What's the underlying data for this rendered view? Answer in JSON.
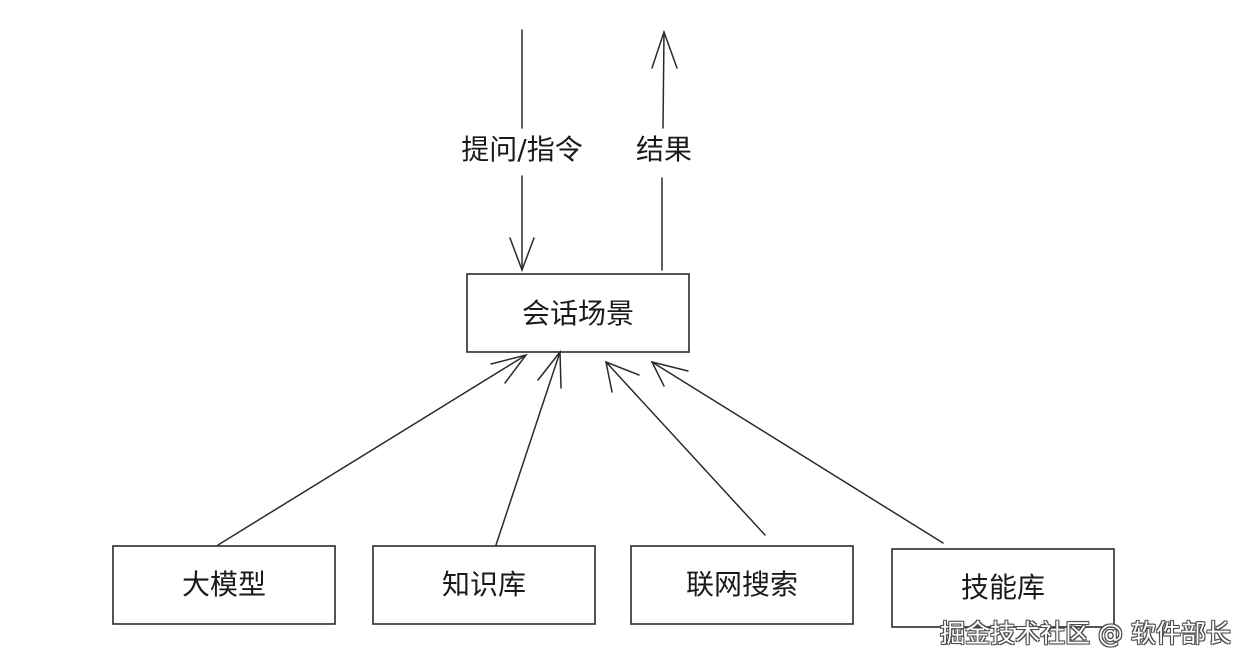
{
  "nodes": {
    "center": {
      "label": "会话场景"
    },
    "llm": {
      "label": "大模型"
    },
    "knowledge": {
      "label": "知识库"
    },
    "web_search": {
      "label": "联网搜索"
    },
    "skills": {
      "label": "技能库"
    }
  },
  "edges": {
    "input_label": "提问/指令",
    "output_label": "结果"
  },
  "watermark": {
    "text": "掘金技术社区 @ 软件部长"
  },
  "colors": {
    "stroke": "#2a2a2a",
    "text": "#1a1a1a",
    "background": "#ffffff"
  }
}
